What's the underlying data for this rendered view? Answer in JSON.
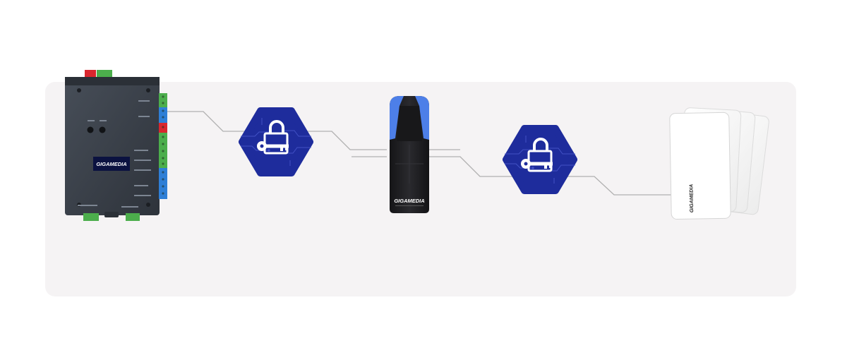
{
  "brand": {
    "controller_logo": "GIGAMEDIA",
    "reader_logo": "GIGAMEDIA",
    "card_logo": "GIGAMEDIA"
  },
  "colors": {
    "panel_bg": "#f5f3f4",
    "hex_blue": "#1e2c9c",
    "controller_body": "#3a4049",
    "terminal_green": "#4cae4c",
    "terminal_blue": "#2f7fd6",
    "terminal_red": "#d9272e",
    "reader_body": "#1f1f22",
    "reader_accent": "#4d7fe8",
    "line_gray": "#b0b0b0"
  },
  "icons": [
    "lock-key-icon",
    "lock-key-icon"
  ]
}
